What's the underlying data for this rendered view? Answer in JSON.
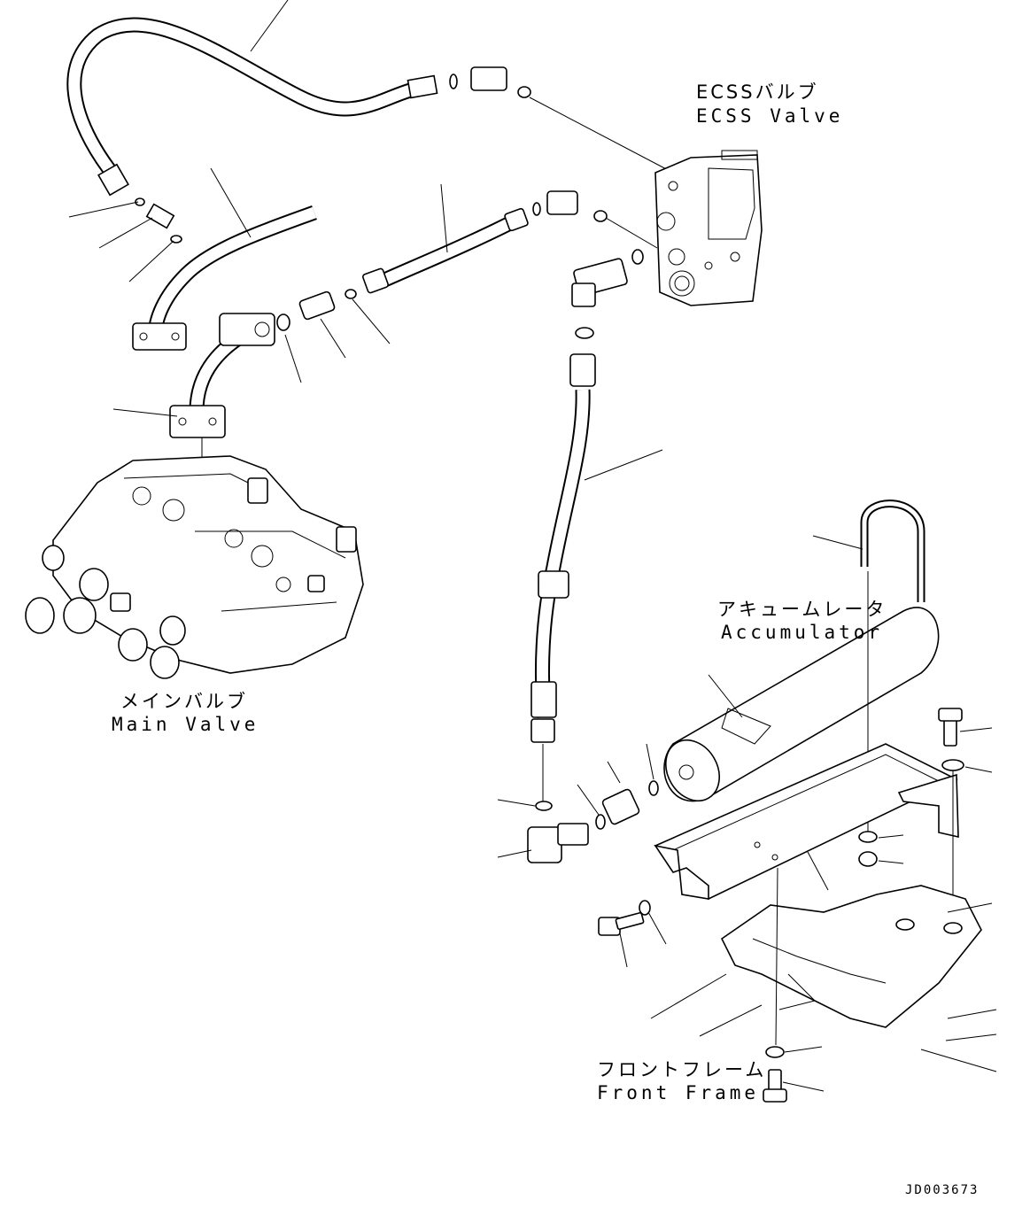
{
  "labels": {
    "ecss_valve_jp": "ECSSバルブ",
    "ecss_valve_en": "ECSS Valve",
    "main_valve_jp": "メインバルブ",
    "main_valve_en": "Main Valve",
    "accumulator_jp": "アキュームレータ",
    "accumulator_en": "Accumulator",
    "front_frame_jp": "フロントフレーム",
    "front_frame_en": "Front Frame"
  },
  "document_id": "JD003673"
}
